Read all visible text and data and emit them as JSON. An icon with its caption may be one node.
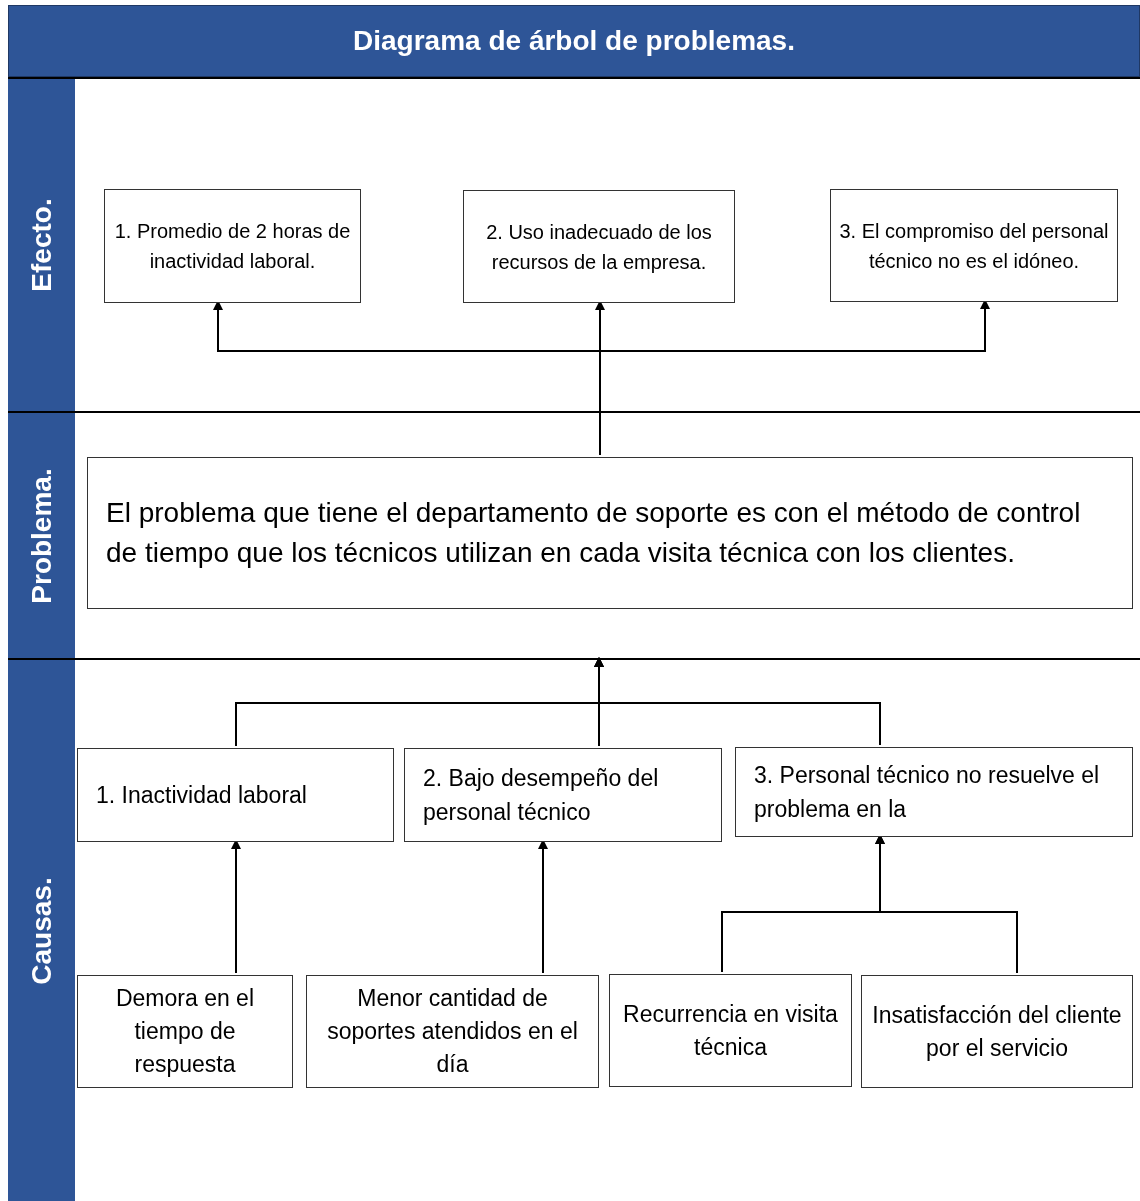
{
  "diagram": {
    "title": "Diagrama de árbol de problemas.",
    "nodes": [
      {
        "text": [
          "Efecto."
        ]
      },
      {
        "text": [
          "1. Promedio de 2 horas de inactividad laboral."
        ],
        "in": 0
      },
      {
        "text": [
          "2. Uso inadecuado de los recursos de la empresa."
        ],
        "in": 0
      },
      {
        "text": [
          "3. El compromiso del personal técnico no es el idóneo."
        ],
        "in": 0
      },
      {
        "text": [
          "Problema."
        ]
      },
      {
        "text": [
          "El problema que tiene el departamento de soporte es con el método de control de tiempo que los técnicos utilizan en cada visita técnica con los clientes."
        ],
        "in": 4
      },
      {
        "text": [
          "Causas."
        ]
      },
      {
        "text": [
          "1. Inactividad laboral"
        ],
        "in": 6
      },
      {
        "text": [
          "2. Bajo desempeño del personal técnico"
        ],
        "in": 6
      },
      {
        "text": [
          "3. Personal técnico no resuelve el problema en la"
        ],
        "in": 6
      },
      {
        "text": [
          "Demora en el tiempo de respuesta"
        ],
        "in": 6
      },
      {
        "text": [
          "Menor cantidad de soportes atendidos en el día"
        ],
        "in": 6
      },
      {
        "text": [
          "Recurrencia en visita técnica"
        ],
        "in": 6
      },
      {
        "text": [
          "Insatisfacción del cliente por el servicio"
        ],
        "in": 6
      }
    ],
    "edges": [
      {
        "from": 5,
        "to": 1,
        "arrow": "to"
      },
      {
        "from": 5,
        "to": 2,
        "arrow": "to"
      },
      {
        "from": 5,
        "to": 3,
        "arrow": "to"
      },
      {
        "from": 7,
        "to": 4,
        "arrow": "to"
      },
      {
        "from": 8,
        "to": 4,
        "arrow": "to"
      },
      {
        "from": 9,
        "to": 4,
        "arrow": "to"
      },
      {
        "from": 10,
        "to": 7,
        "arrow": "to"
      },
      {
        "from": 11,
        "to": 8,
        "arrow": "to"
      },
      {
        "from": 12,
        "to": 9,
        "arrow": "to"
      },
      {
        "from": 13,
        "to": 9,
        "arrow": "to"
      }
    ]
  }
}
